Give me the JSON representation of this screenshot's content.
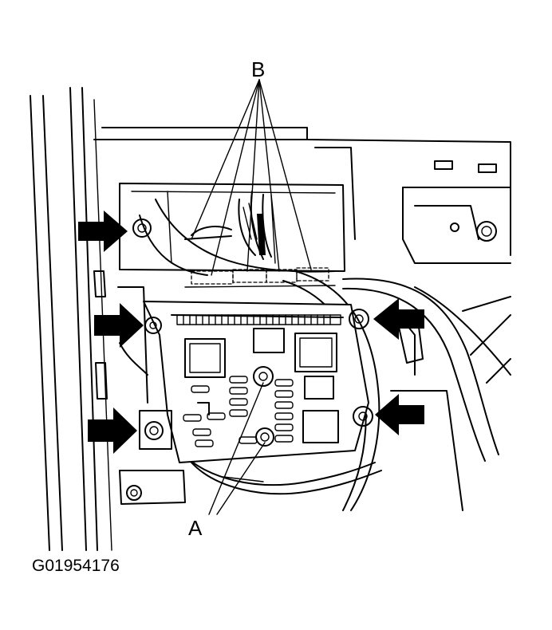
{
  "callouts": {
    "a": "A",
    "b": "B"
  },
  "figure_id": "G01954176",
  "colors": {
    "line": "#000000",
    "background": "#ffffff"
  }
}
